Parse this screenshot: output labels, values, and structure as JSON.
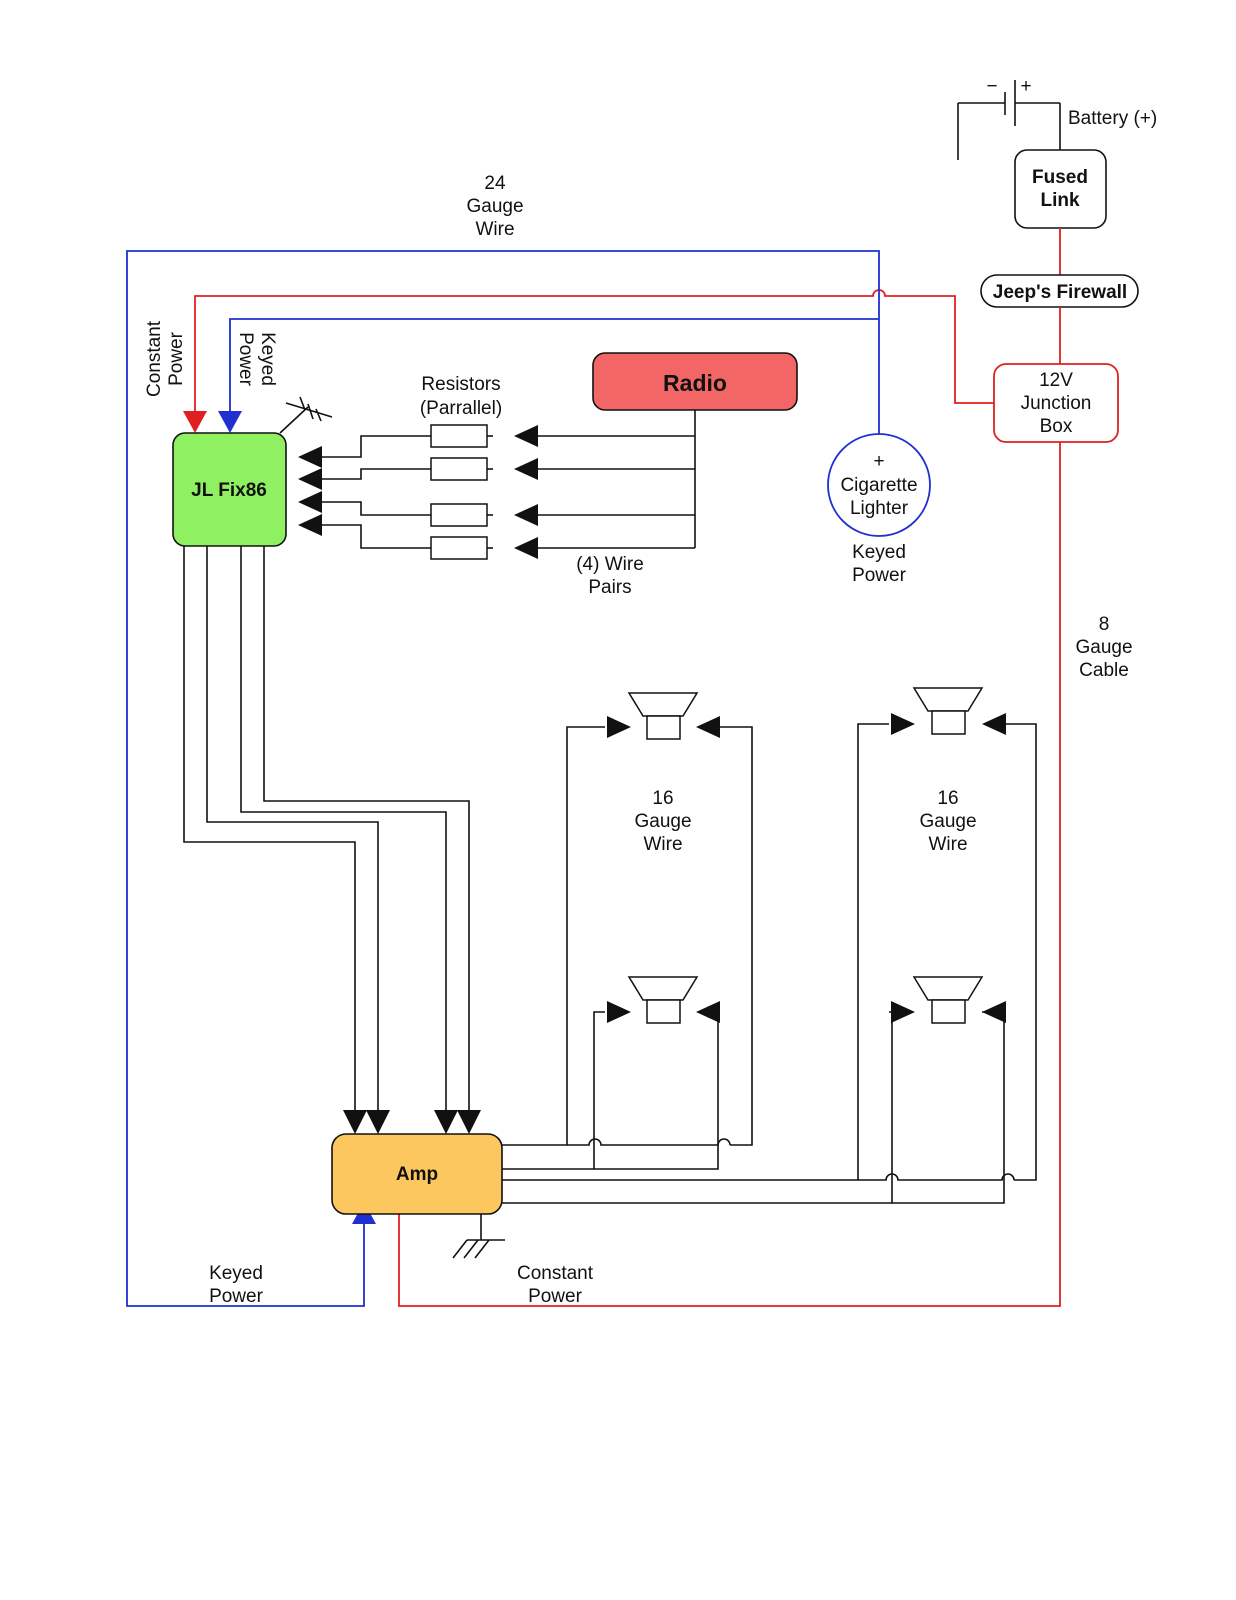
{
  "labels": {
    "battery": "Battery (+)",
    "battery_minus": "−",
    "battery_plus": "+",
    "fused_link": [
      "Fused",
      "Link"
    ],
    "firewall": "Jeep's Firewall",
    "junction_box": [
      "12V",
      "Junction",
      "Box"
    ],
    "gauge_24": [
      "24",
      "Gauge",
      "Wire"
    ],
    "constant_power_vertical": [
      "Constant",
      "Power"
    ],
    "keyed_power_vertical": [
      "Keyed",
      "Power"
    ],
    "resistors": [
      "Resistors",
      "(Parrallel)"
    ],
    "radio": "Radio",
    "jl_fix86": "JL Fix86",
    "cigarette_lighter": [
      "+",
      "Cigarette",
      "Lighter"
    ],
    "keyed_power_lighter": [
      "Keyed",
      "Power"
    ],
    "wire_pairs": [
      "(4) Wire",
      "Pairs"
    ],
    "gauge_8": [
      "8",
      "Gauge",
      "Cable"
    ],
    "gauge_16_left": [
      "16",
      "Gauge",
      "Wire"
    ],
    "gauge_16_right": [
      "16",
      "Gauge",
      "Wire"
    ],
    "amp": "Amp",
    "keyed_power_bottom": [
      "Keyed",
      "Power"
    ],
    "constant_power_bottom": [
      "Constant",
      "Power"
    ]
  },
  "colors": {
    "constant_power": "#e02020",
    "keyed_power": "#2030d0",
    "signal": "#111111",
    "radio_fill": "#f26666",
    "jl_fill": "#8ff062",
    "amp_fill": "#fbc75e"
  }
}
